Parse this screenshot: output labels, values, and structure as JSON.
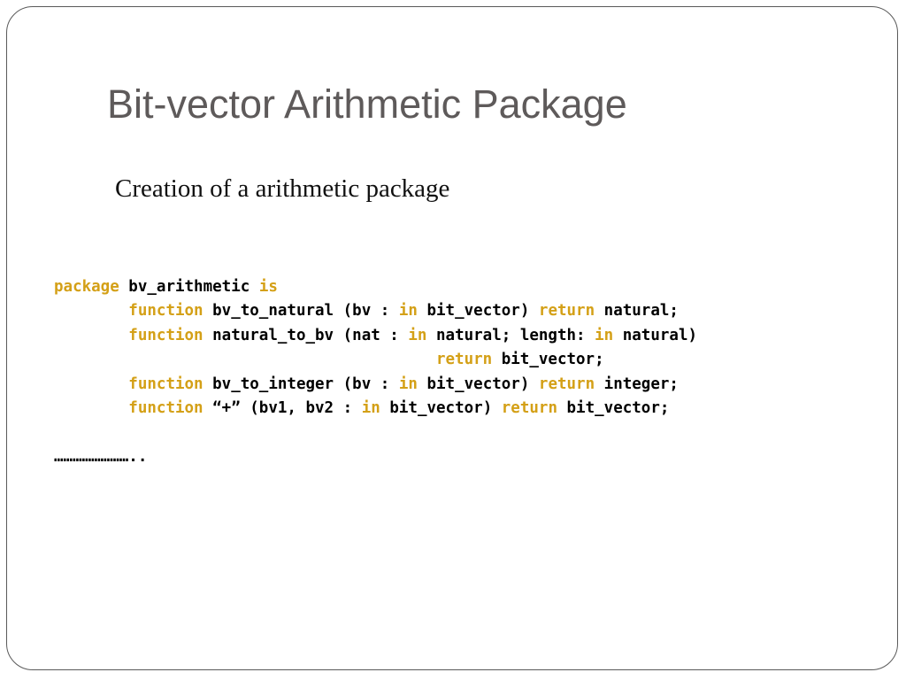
{
  "slide": {
    "title": "Bit-vector Arithmetic Package",
    "subtitle": "Creation of a arithmetic package"
  },
  "code": {
    "colors": {
      "keyword": "#d4a017",
      "text": "#000000"
    },
    "lines": [
      [
        {
          "t": "package",
          "kw": true
        },
        {
          "t": " bv_arithmetic ",
          "kw": false
        },
        {
          "t": "is",
          "kw": true
        }
      ],
      [
        {
          "t": "        ",
          "kw": false
        },
        {
          "t": "function",
          "kw": true
        },
        {
          "t": " bv_to_natural (bv : ",
          "kw": false
        },
        {
          "t": "in",
          "kw": true
        },
        {
          "t": " bit_vector) ",
          "kw": false
        },
        {
          "t": "return",
          "kw": true
        },
        {
          "t": " natural;",
          "kw": false
        }
      ],
      [
        {
          "t": "        ",
          "kw": false
        },
        {
          "t": "function",
          "kw": true
        },
        {
          "t": " natural_to_bv (nat : ",
          "kw": false
        },
        {
          "t": "in",
          "kw": true
        },
        {
          "t": " natural; length: ",
          "kw": false
        },
        {
          "t": "in",
          "kw": true
        },
        {
          "t": " natural)",
          "kw": false
        }
      ],
      [
        {
          "t": "                                         ",
          "kw": false
        },
        {
          "t": "return",
          "kw": true
        },
        {
          "t": " bit_vector;",
          "kw": false
        }
      ],
      [
        {
          "t": "        ",
          "kw": false
        },
        {
          "t": "function",
          "kw": true
        },
        {
          "t": " bv_to_integer (bv : ",
          "kw": false
        },
        {
          "t": "in",
          "kw": true
        },
        {
          "t": " bit_vector) ",
          "kw": false
        },
        {
          "t": "return",
          "kw": true
        },
        {
          "t": " integer;",
          "kw": false
        }
      ],
      [
        {
          "t": "        ",
          "kw": false
        },
        {
          "t": "function",
          "kw": true
        },
        {
          "t": " “+” (bv1, bv2 : ",
          "kw": false
        },
        {
          "t": "in",
          "kw": true
        },
        {
          "t": " bit_vector) ",
          "kw": false
        },
        {
          "t": "return",
          "kw": true
        },
        {
          "t": " bit_vector;",
          "kw": false
        }
      ],
      [
        {
          "t": "",
          "kw": false
        }
      ],
      [
        {
          "t": "……………………..",
          "kw": false
        }
      ]
    ]
  }
}
